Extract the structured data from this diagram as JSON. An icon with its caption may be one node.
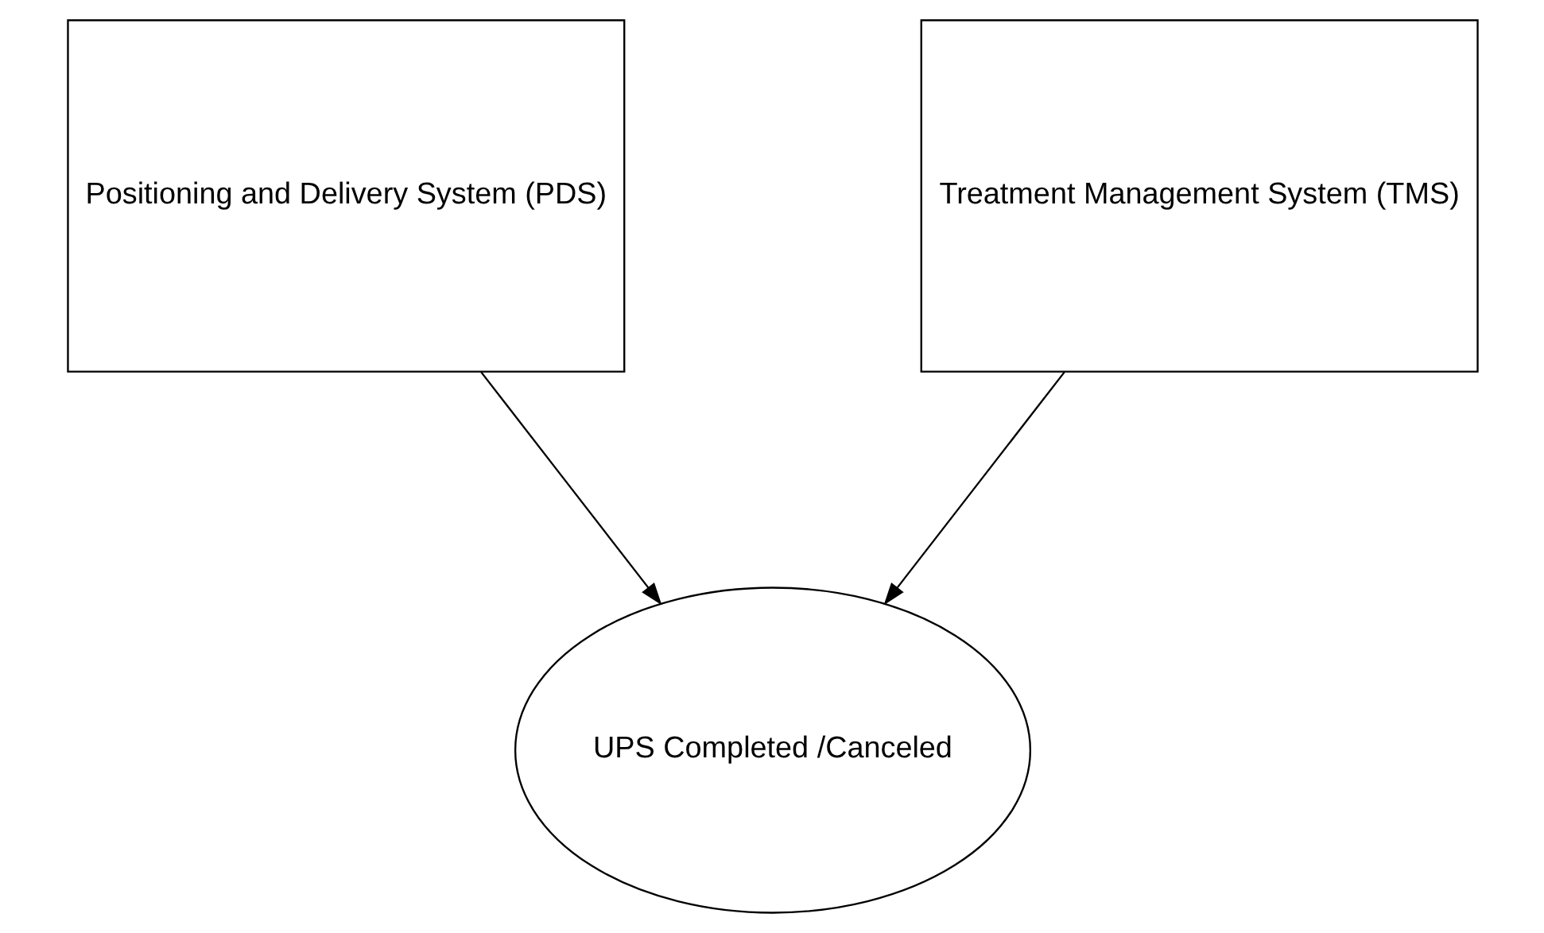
{
  "diagram": {
    "nodes": [
      {
        "text": [
          "Positioning and Delivery System (PDS)"
        ]
      },
      {
        "text": [
          "Treatment Management System (TMS)"
        ]
      },
      {
        "text": [
          "UPS Completed /Canceled"
        ]
      }
    ],
    "edges": [
      {
        "from": 0,
        "to": 2,
        "arrow": "to"
      },
      {
        "from": 1,
        "to": 2,
        "arrow": "to"
      }
    ]
  }
}
